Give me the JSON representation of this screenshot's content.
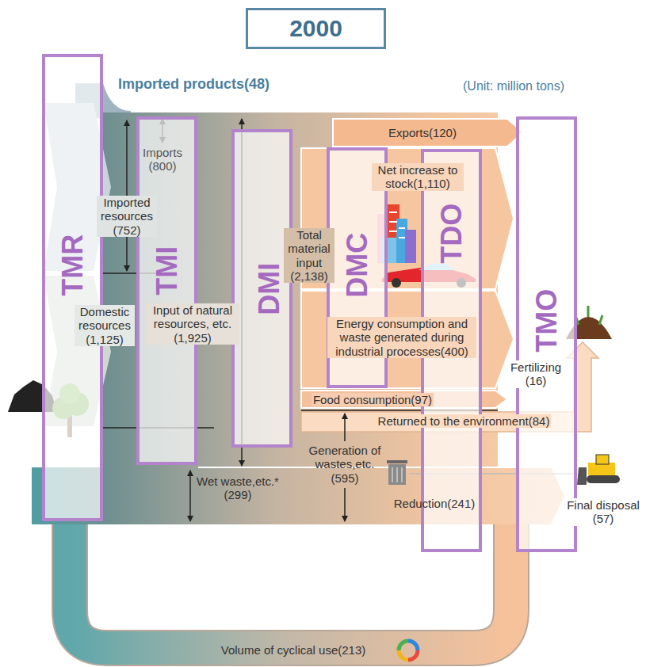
{
  "diagram": {
    "title": "2000",
    "nodes": [
      {
        "text": [
          "TMR"
        ]
      },
      {
        "text": [
          "TMI"
        ]
      },
      {
        "text": [
          "DMI"
        ]
      },
      {
        "text": [
          "DMC"
        ]
      },
      {
        "text": [
          "TDO"
        ]
      },
      {
        "text": [
          "TMO"
        ]
      }
    ],
    "labels": [
      "Imported products(48)",
      "(Unit: million tons)",
      "Exports(120)",
      "Imports (800)",
      "Net increase to stock(1,110)",
      "Imported resources (752)",
      "Total material input (2,138)",
      "Domestic resources (1,125)",
      "Input of natural resources, etc. (1,925)",
      "Energy consumption and waste generated during industrial processes(400)",
      "Fertilizing (16)",
      "Food consumption(97)",
      "Returned to the environment(84)",
      "Generation of wastes,etc. (595)",
      "Wet waste,etc.* (299)",
      "Reduction(241)",
      "Final disposal (57)",
      "Volume of cyclical use(213)"
    ]
  }
}
